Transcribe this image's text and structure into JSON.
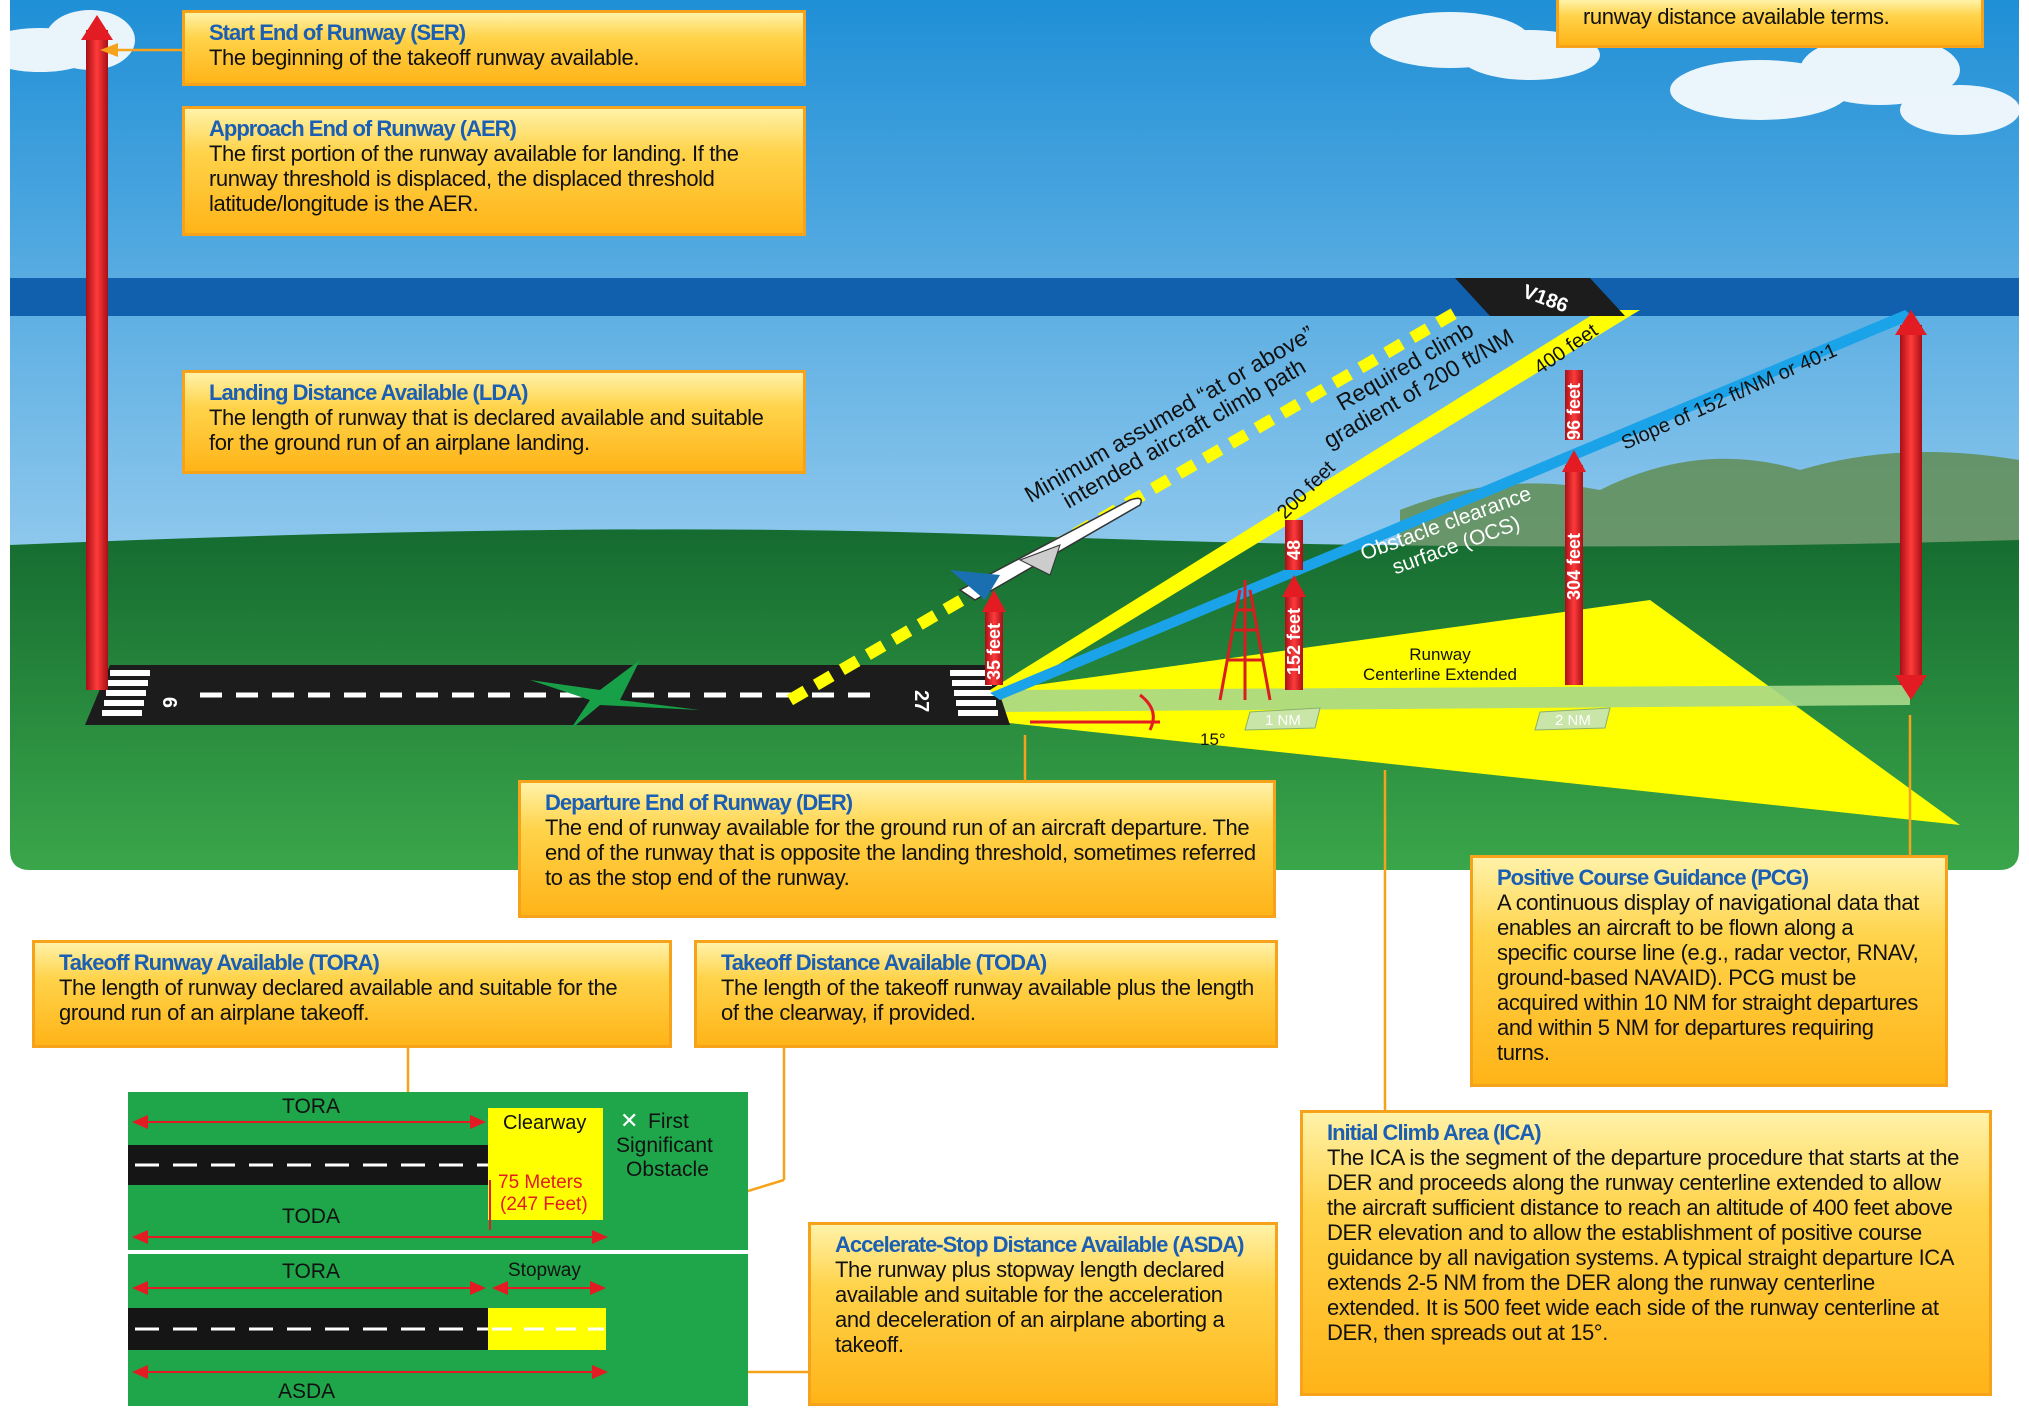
{
  "boxes": {
    "ser": {
      "title": "Start End of Runway (SER)",
      "desc": "The beginning of the takeoff runway available."
    },
    "top_right": {
      "desc": "runway distance available terms."
    },
    "aer": {
      "title": "Approach End of Runway (AER)",
      "desc": "The first portion of the runway available for landing. If the runway threshold is displaced, the displaced threshold latitude/longitude is the AER."
    },
    "lda": {
      "title": "Landing Distance Available (LDA)",
      "desc": "The length of runway that is declared available and suitable for the ground run of an airplane landing."
    },
    "der": {
      "title": "Departure End of Runway (DER)",
      "desc": "The end of runway available for the ground run of an aircraft departure. The end of the runway that is opposite the landing threshold, sometimes referred to as the stop end of the runway."
    },
    "tora": {
      "title": "Takeoff Runway Available (TORA)",
      "desc": "The length of runway declared available and suitable for the ground run of an airplane takeoff."
    },
    "toda": {
      "title": "Takeoff Distance Available (TODA)",
      "desc": "The length of the takeoff runway available plus the length of the clearway, if provided."
    },
    "pcg": {
      "title": "Positive Course Guidance (PCG)",
      "desc": "A continuous display of navigational data that enables an aircraft to be flown along a specific course line (e.g., radar vector, RNAV, ground-based NAVAID). PCG must be acquired within 10 NM for straight departures and within 5 NM for departures requiring turns."
    },
    "ica": {
      "title": "Initial Climb Area (ICA)",
      "desc": "The ICA is the segment of the departure procedure that starts at the DER and proceeds along the runway centerline extended to allow the aircraft sufficient distance to reach an altitude of 400 feet above DER elevation and to allow the establishment of positive course guidance by all navigation systems. A typical straight departure ICA extends 2-5 NM from the DER along the runway centerline extended. It is 500 feet wide each side of the runway centerline at DER, then spreads out at 15°."
    },
    "asda": {
      "title": "Accelerate-Stop Distance Available (ASDA)",
      "desc": "The runway plus stopway length declared available and suitable for the acceleration and deceleration of an airplane aborting a takeoff."
    }
  },
  "diagram": {
    "airway": "V186",
    "runway_left": "9",
    "runway_right": "27",
    "min_path_line1": "Minimum assumed “at or above”",
    "min_path_line2": "intended aircraft climb path",
    "climb_line1": "Required climb",
    "climb_line2": "gradient of 200 ft/NM",
    "slope": "Slope of 152 ft/NM or 40:1",
    "ocs_line1": "Obstacle clearance",
    "ocs_line2": "surface (OCS)",
    "centerline_line1": "Runway",
    "centerline_line2": "Centerline Extended",
    "feet_35": "35 feet",
    "feet_152": "152 feet",
    "feet_48": "48",
    "feet_200": "200 feet",
    "feet_304": "304 feet",
    "feet_96": "96 feet",
    "feet_400": "400 feet",
    "nm_1": "1 NM",
    "nm_2": "2 NM",
    "angle": "15°"
  },
  "inset": {
    "tora1": "TORA",
    "todo": "TODA",
    "clearway": "Clearway",
    "obstacle_line1": "First",
    "obstacle_line2": "Significant",
    "obstacle_line3": "Obstacle",
    "meters": "75 Meters",
    "feet": "(247 Feet)",
    "tora2": "TORA",
    "stopway": "Stopway",
    "asda": "ASDA"
  },
  "colors": {
    "sky": "#3aa0de",
    "grass": "#1f8a3e",
    "box_border": "#f6a21a",
    "title_blue": "#1a5fb4",
    "arrow_red": "#e31b23",
    "ocs_blue": "#1aa3e8",
    "area_yellow": "#ffff00"
  }
}
